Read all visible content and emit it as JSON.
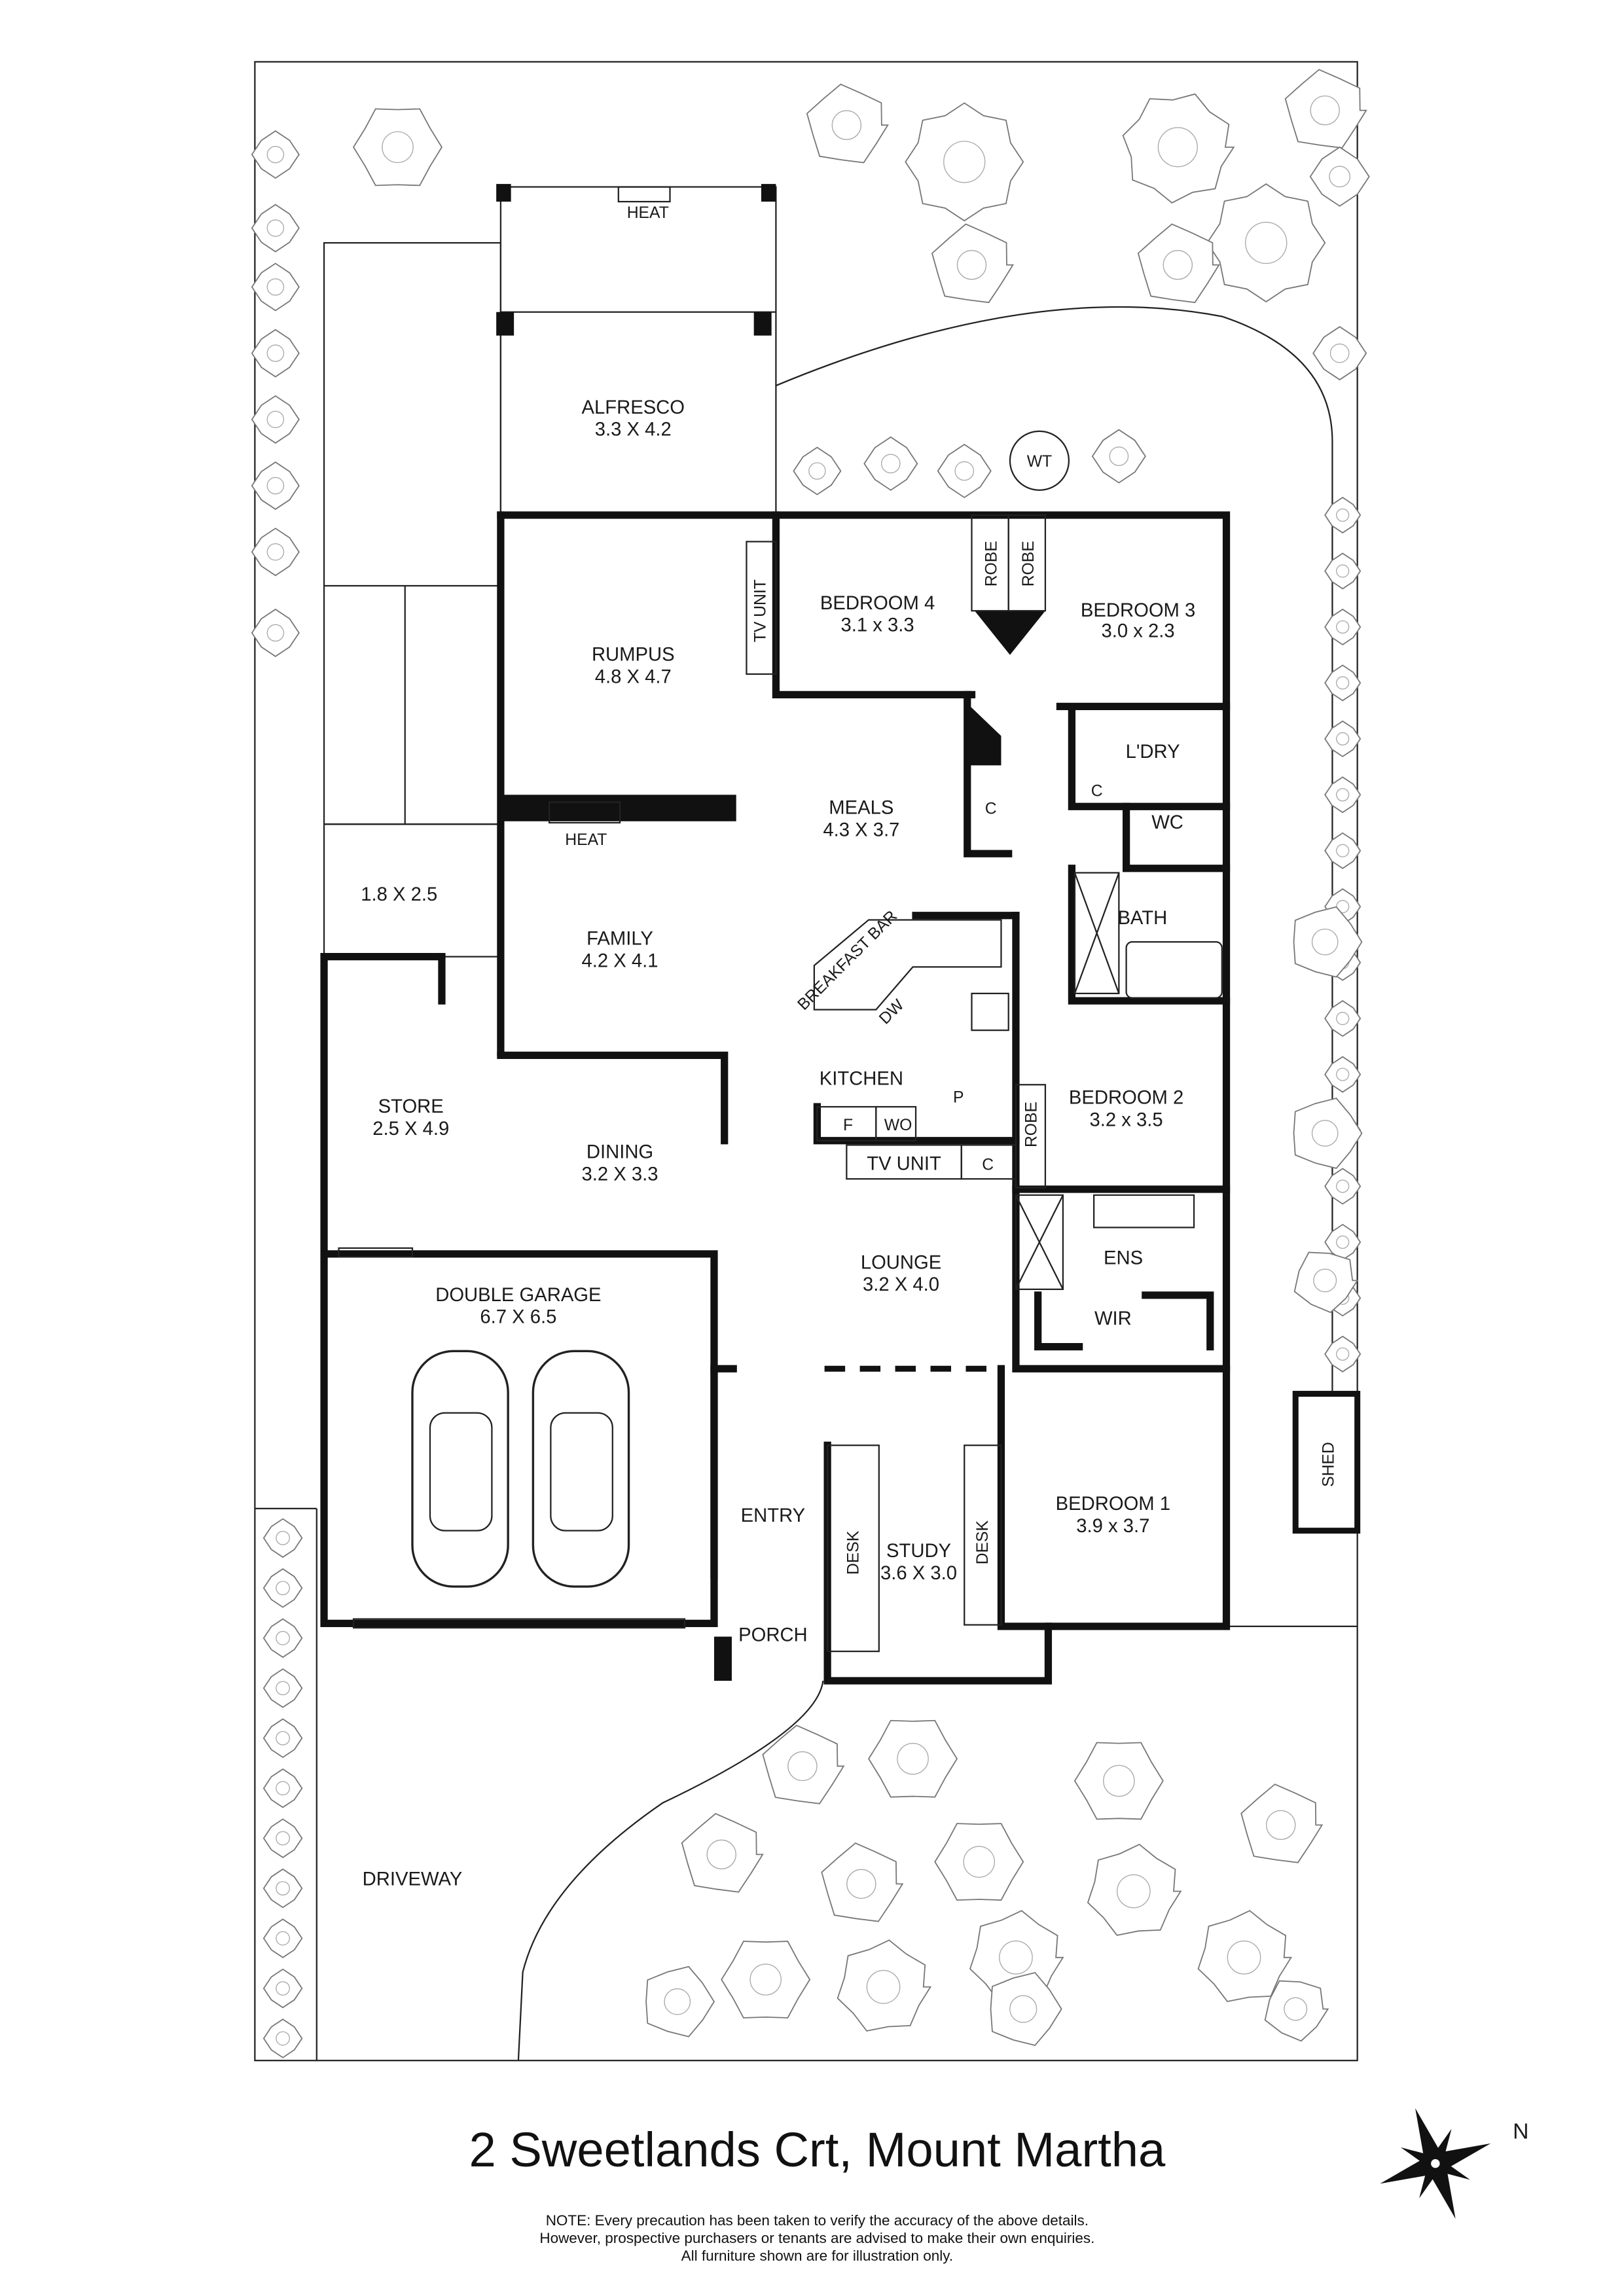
{
  "address": "2 Sweetlands Crt, Mount Martha",
  "note": [
    "NOTE: Every precaution has been taken to verify the accuracy of the above details.",
    "However, prospective purchasers or tenants are advised to make their own enquiries.",
    "All furniture shown are for illustration only."
  ],
  "compass_label": "N",
  "rooms": {
    "alfresco": {
      "name": "ALFRESCO",
      "size": "3.3 X 4.2"
    },
    "rumpus": {
      "name": "RUMPUS",
      "size": "4.8 X 4.7"
    },
    "bedroom4": {
      "name": "BEDROOM 4",
      "size": "3.1 x 3.3"
    },
    "bedroom3": {
      "name": "BEDROOM 3",
      "size": "3.0 x 2.3"
    },
    "meals": {
      "name": "MEALS",
      "size": "4.3 X 3.7"
    },
    "family": {
      "name": "FAMILY",
      "size": "4.2 X 4.1"
    },
    "unnamed": {
      "size": "1.8 X 2.5"
    },
    "store": {
      "name": "STORE",
      "size": "2.5 X 4.9"
    },
    "dining": {
      "name": "DINING",
      "size": "3.2 X 3.3"
    },
    "garage": {
      "name": "DOUBLE GARAGE",
      "size": "6.7 X 6.5"
    },
    "lounge": {
      "name": "LOUNGE",
      "size": "3.2 X 4.0"
    },
    "bedroom2": {
      "name": "BEDROOM 2",
      "size": "3.2 x 3.5"
    },
    "bedroom1": {
      "name": "BEDROOM 1",
      "size": "3.9 x 3.7"
    },
    "study": {
      "name": "STUDY",
      "size": "3.6 X 3.0"
    }
  },
  "labels": {
    "heat": "HEAT",
    "tv_unit": "TV UNIT",
    "robe": "ROBE",
    "ldry": "L'DRY",
    "wc": "WC",
    "bath": "BATH",
    "c": "C",
    "breakfast_bar": "BREAKFAST BAR",
    "dw": "DW",
    "kitchen": "KITCHEN",
    "p": "P",
    "f": "F",
    "wo": "WO",
    "ens": "ENS",
    "wir": "WIR",
    "entry": "ENTRY",
    "porch": "PORCH",
    "desk": "DESK",
    "shed": "SHED",
    "wt": "WT",
    "driveway": "DRIVEWAY"
  }
}
